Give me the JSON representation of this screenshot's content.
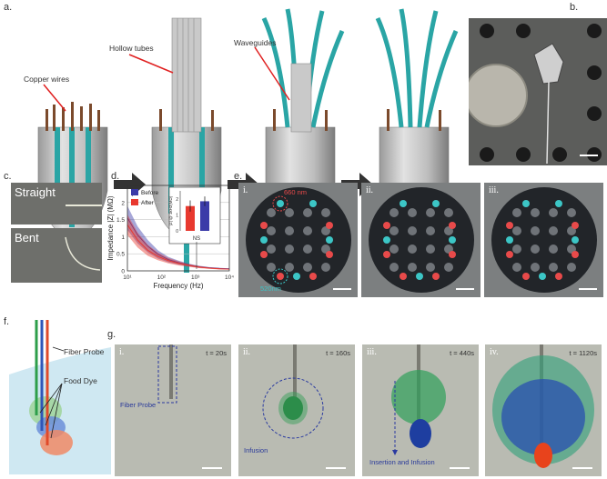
{
  "panel_labels": {
    "a": "a.",
    "b": "b.",
    "c": "c.",
    "d": "d.",
    "e": "e.",
    "f": "f.",
    "g": "g."
  },
  "panel_a": {
    "copper_wires": "Copper wires",
    "hollow_tubes": "Hollow tubes",
    "waveguides": "Waveguides"
  },
  "panel_c": {
    "straight": "Straight",
    "bent": "Bent"
  },
  "panel_d": {
    "legend_before": "Before",
    "legend_after": "After",
    "inset_ylabel": "|Z| @ 1kHz(MΩ)",
    "inset_ns": "NS",
    "inset_yticks": [
      "0",
      "1",
      "2"
    ]
  },
  "panel_e": {
    "roman": [
      "i.",
      "ii.",
      "iii."
    ],
    "red_label": "660 nm",
    "cyan_label": "520nm"
  },
  "panel_f": {
    "fiber_probe": "Fiber Probe",
    "food_dye": "Food Dye"
  },
  "panel_g": {
    "roman": [
      "i.",
      "ii.",
      "iii.",
      "iv."
    ],
    "times": [
      "t = 20s",
      "t = 160s",
      "t = 440s",
      "t = 1120s"
    ],
    "fiber_probe": "Fiber Probe",
    "infusion": "Infusion",
    "insertion_infusion": "Insertion and Infusion"
  },
  "chart_data": {
    "type": "line",
    "xlabel": "Frequency (Hz)",
    "ylabel": "Impedance |Z| (MΩ)",
    "x_scale": "log",
    "xlim": [
      10,
      10000
    ],
    "ylim": [
      0,
      2.5
    ],
    "xtick_labels": [
      "10¹",
      "10²",
      "10³",
      "10⁴"
    ],
    "ytick_labels": [
      "0",
      "0.5",
      "1",
      "1.5",
      "2"
    ],
    "legend_position": "top-right",
    "series": [
      {
        "name": "Before",
        "color": "#3b3ba8",
        "x": [
          10,
          20,
          40,
          80,
          160,
          320,
          640,
          1280,
          2560,
          5120,
          10000
        ],
        "y": [
          1.55,
          1.05,
          0.72,
          0.48,
          0.33,
          0.24,
          0.17,
          0.12,
          0.09,
          0.07,
          0.06
        ],
        "band": [
          0.35,
          0.25,
          0.18,
          0.12,
          0.08,
          0.06,
          0.04,
          0.03,
          0.02,
          0.02,
          0.01
        ]
      },
      {
        "name": "After",
        "color": "#e8392f",
        "x": [
          10,
          20,
          40,
          80,
          160,
          320,
          640,
          1280,
          2560,
          5120,
          10000
        ],
        "y": [
          1.35,
          0.9,
          0.6,
          0.42,
          0.3,
          0.22,
          0.16,
          0.11,
          0.08,
          0.06,
          0.05
        ],
        "band": [
          0.3,
          0.22,
          0.16,
          0.11,
          0.08,
          0.06,
          0.04,
          0.03,
          0.02,
          0.02,
          0.01
        ]
      }
    ],
    "inset": {
      "type": "bar",
      "categories": [
        "After",
        "Before"
      ],
      "values": [
        1.55,
        1.85
      ],
      "errors": [
        0.35,
        0.3
      ],
      "colors": [
        "#e8392f",
        "#3b3ba8"
      ],
      "ylim": [
        0,
        2.5
      ]
    }
  }
}
